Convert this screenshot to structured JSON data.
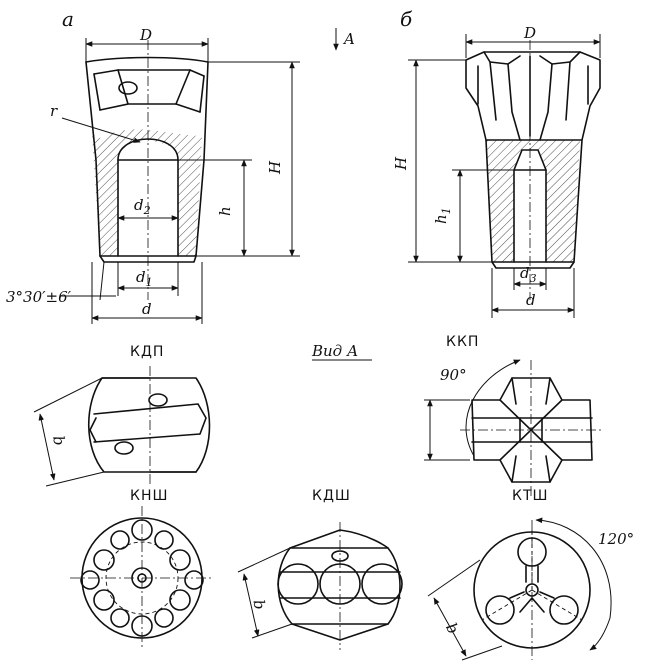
{
  "figure": {
    "view_a_mark": "а",
    "view_b_mark": "б",
    "view_direction": "A",
    "view_title": "Вид А",
    "dims": {
      "D": "D",
      "H": "H",
      "h": "h",
      "h1": "h",
      "h1_sub": "1",
      "d": "d",
      "d1": "d",
      "d1_sub": "1",
      "d2": "d",
      "d2_sub": "2",
      "d3": "d",
      "d3_sub": "3",
      "r": "r",
      "b": "b",
      "taper": "3°30′±6′",
      "angle_kkp": "90°",
      "angle_ktsh": "120°"
    },
    "views": {
      "kdp": "КДП",
      "kkp": "ККП",
      "knsh": "КНШ",
      "kdsh": "КДШ",
      "ktsh": "КТШ"
    }
  }
}
